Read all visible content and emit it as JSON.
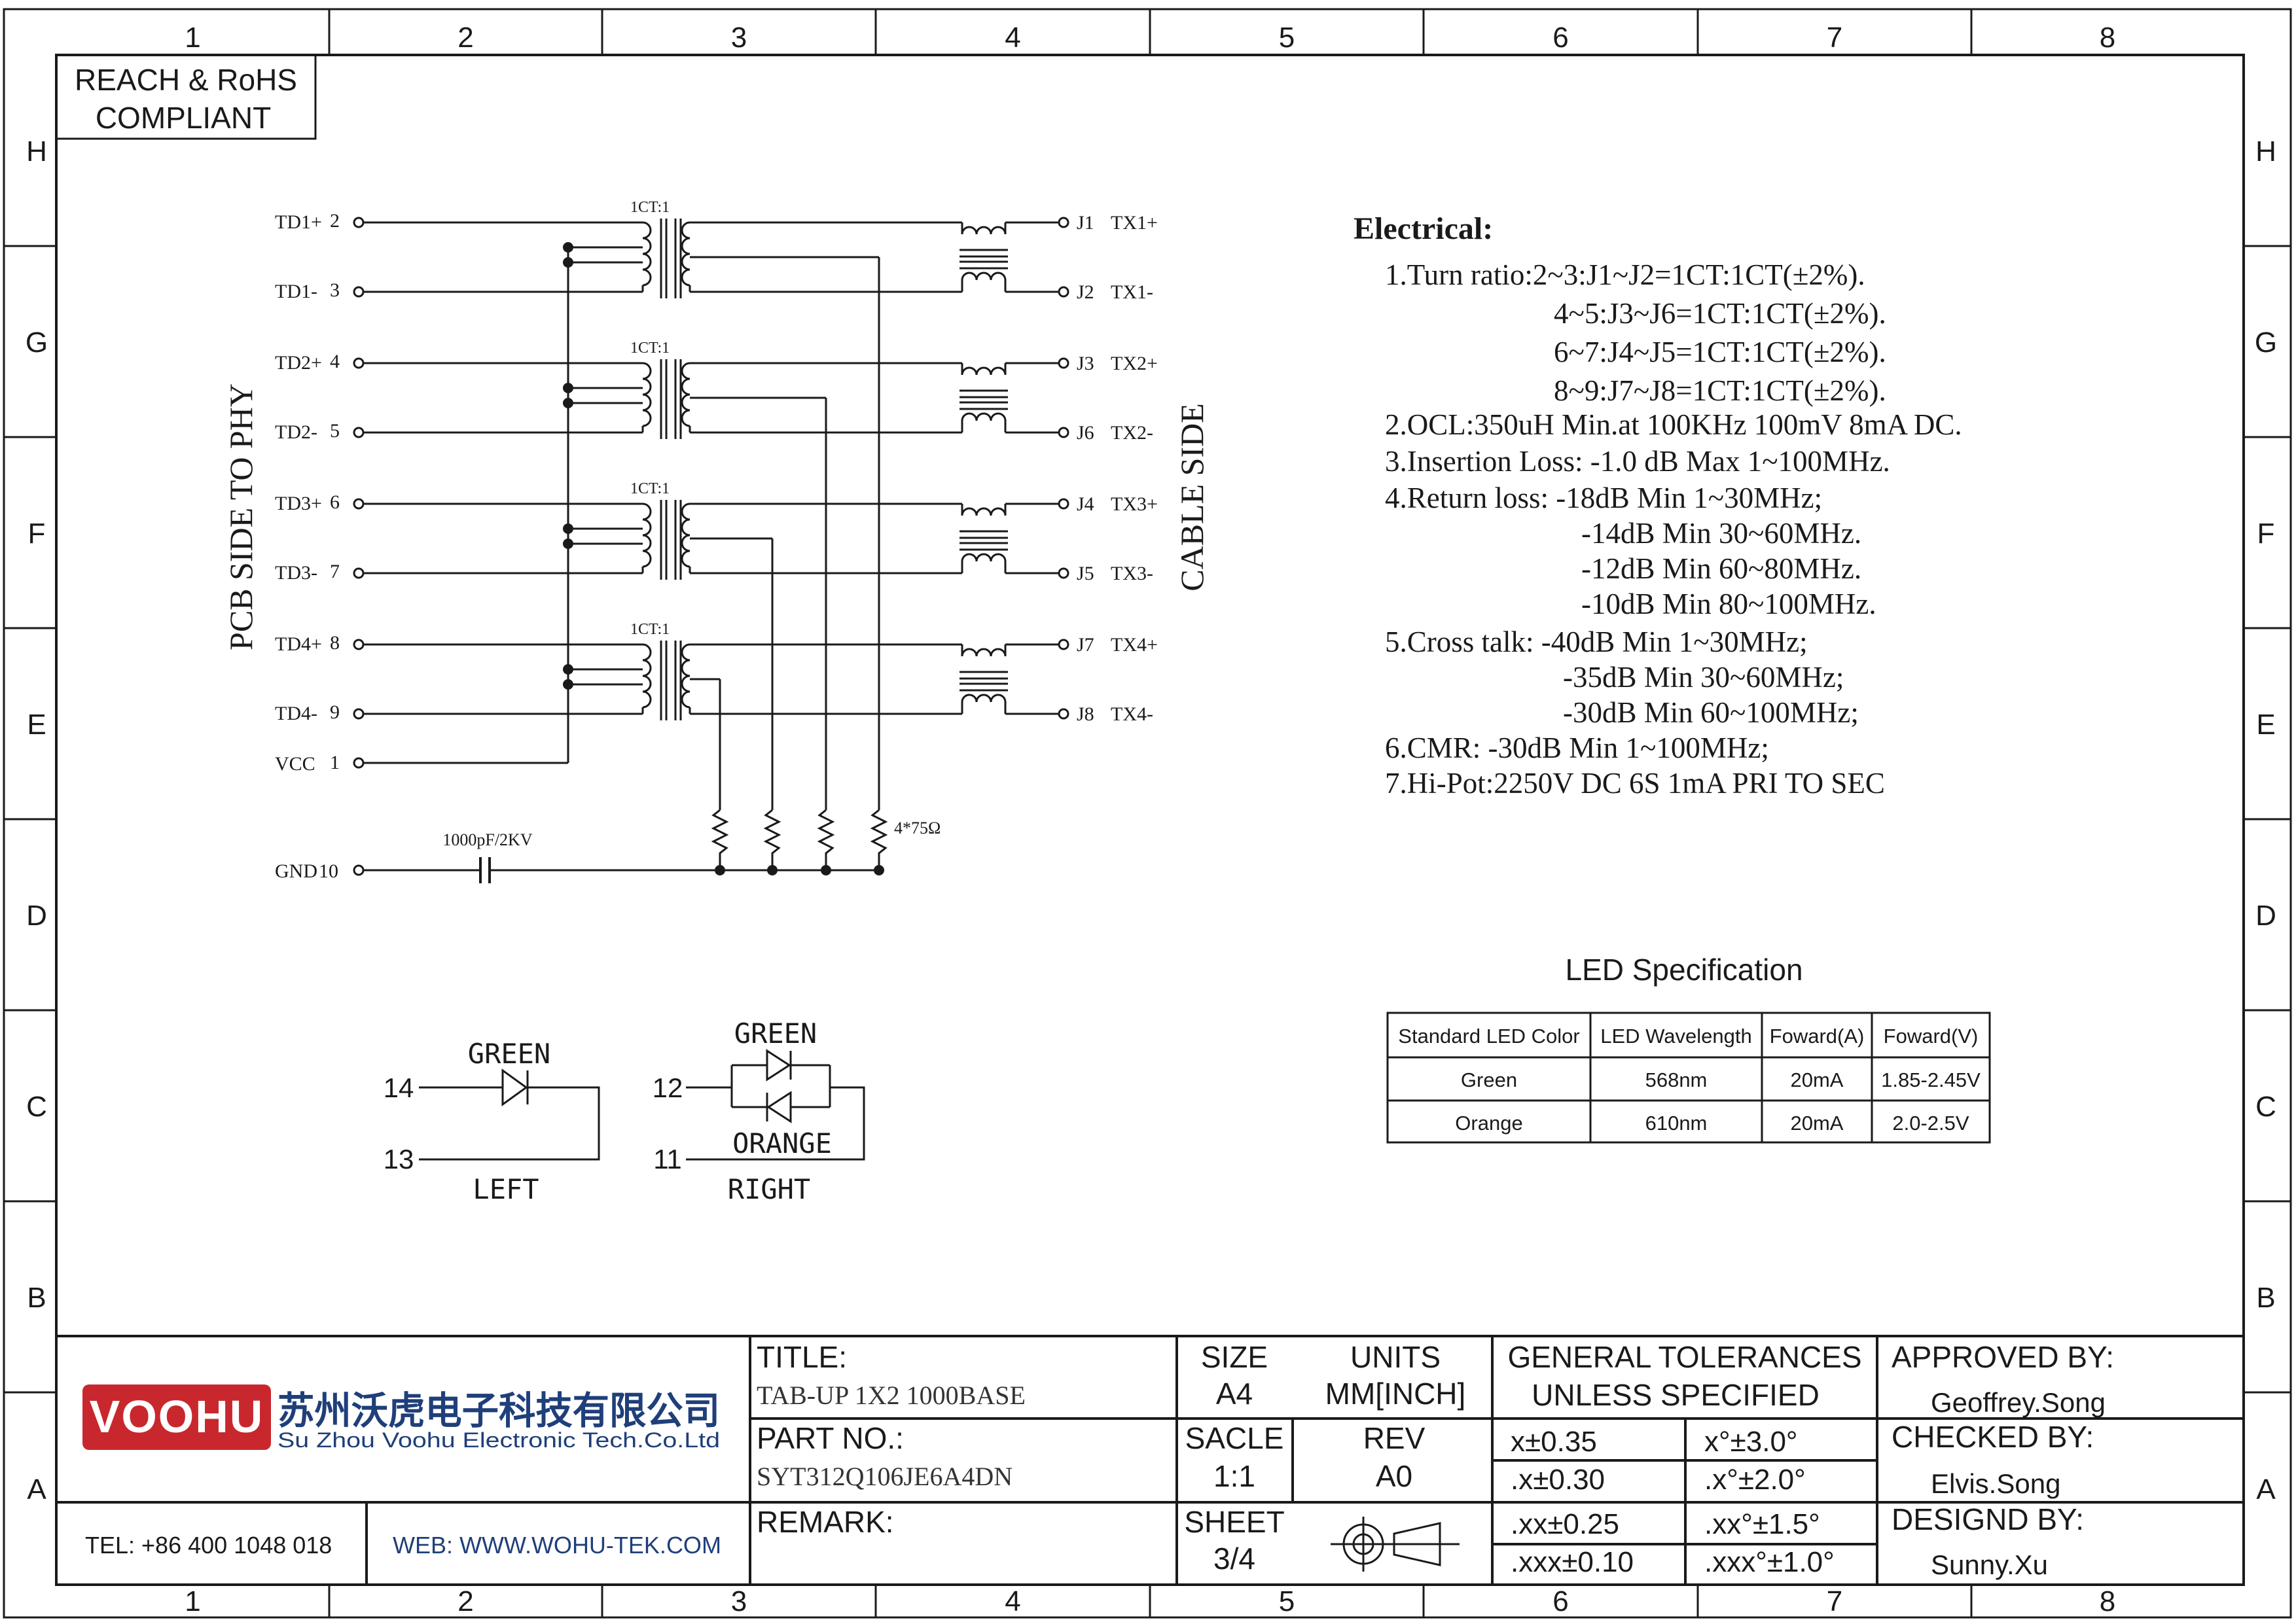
{
  "border": {
    "columns": [
      "1",
      "2",
      "3",
      "4",
      "5",
      "6",
      "7",
      "8"
    ],
    "rows": [
      "H",
      "G",
      "F",
      "E",
      "D",
      "C",
      "B",
      "A"
    ]
  },
  "compliance": {
    "line1": "REACH & RoHS",
    "line2": "COMPLIANT"
  },
  "schematic": {
    "side_left": "PCB SIDE TO PHY",
    "side_right": "CABLE SIDE",
    "ratio_label": "1CT:1",
    "left_pins": [
      {
        "name": "TD1+",
        "num": "2"
      },
      {
        "name": "TD1-",
        "num": "3"
      },
      {
        "name": "TD2+",
        "num": "4"
      },
      {
        "name": "TD2-",
        "num": "5"
      },
      {
        "name": "TD3+",
        "num": "6"
      },
      {
        "name": "TD3-",
        "num": "7"
      },
      {
        "name": "TD4+",
        "num": "8"
      },
      {
        "name": "TD4-",
        "num": "9"
      }
    ],
    "vcc": {
      "name": "VCC",
      "num": "1"
    },
    "gnd": {
      "name": "GND",
      "num": "10"
    },
    "right_pins": [
      {
        "pin": "J1",
        "name": "TX1+"
      },
      {
        "pin": "J2",
        "name": "TX1-"
      },
      {
        "pin": "J3",
        "name": "TX2+"
      },
      {
        "pin": "J6",
        "name": "TX2-"
      },
      {
        "pin": "J4",
        "name": "TX3+"
      },
      {
        "pin": "J5",
        "name": "TX3-"
      },
      {
        "pin": "J7",
        "name": "TX4+"
      },
      {
        "pin": "J8",
        "name": "TX4-"
      }
    ],
    "capacitor": "1000pF/2KV",
    "resistors": "4*75Ω"
  },
  "electrical": {
    "heading": "Electrical:",
    "lines": [
      "1.Turn ratio:2~3:J1~J2=1CT:1CT(±2%).",
      "4~5:J3~J6=1CT:1CT(±2%).",
      "6~7:J4~J5=1CT:1CT(±2%).",
      "8~9:J7~J8=1CT:1CT(±2%).",
      "2.OCL:350uH Min.at 100KHz 100mV 8mA DC.",
      "3.Insertion Loss: -1.0 dB Max 1~100MHz.",
      "4.Return loss: -18dB Min 1~30MHz;",
      "-14dB Min 30~60MHz.",
      "-12dB Min 60~80MHz.",
      "-10dB Min 80~100MHz.",
      "5.Cross talk: -40dB Min 1~30MHz;",
      "-35dB Min 30~60MHz;",
      "-30dB Min 60~100MHz;",
      "6.CMR: -30dB Min 1~100MHz;",
      "7.Hi-Pot:2250V DC 6S 1mA PRI TO SEC"
    ]
  },
  "led_spec": {
    "title": "LED Specification",
    "headers": [
      "Standard LED Color",
      "LED Wavelength",
      "Foward(A)",
      "Foward(V)"
    ],
    "rows": [
      [
        "Green",
        "568nm",
        "20mA",
        "1.85-2.45V"
      ],
      [
        "Orange",
        "610nm",
        "20mA",
        "2.0-2.5V"
      ]
    ]
  },
  "leds": {
    "left": {
      "pin_a": "14",
      "pin_b": "13",
      "color": "GREEN",
      "label": "LEFT"
    },
    "right": {
      "pin_a": "12",
      "pin_b": "11",
      "color_top": "GREEN",
      "color_bottom": "ORANGE",
      "label": "RIGHT"
    }
  },
  "title_block": {
    "logo": "VOOHU",
    "company_cn": "苏州沃虎电子科技有限公司",
    "company_en": "Su Zhou Voohu Electronic Tech.Co.Ltd",
    "tel": "TEL: +86 400 1048 018",
    "web": "WEB: WWW.WOHU-TEK.COM",
    "title_label": "TITLE:",
    "title_value": "TAB-UP 1X2 1000BASE",
    "part_label": "PART NO.:",
    "part_value": "SYT312Q106JE6A4DN",
    "remark_label": "REMARK:",
    "size_label": "SIZE",
    "size_value": "A4",
    "units_label": "UNITS",
    "units_value": "MM[INCH]",
    "scale_label": "SACLE",
    "scale_value": "1:1",
    "rev_label": "REV",
    "rev_value": "A0",
    "sheet_label": "SHEET",
    "sheet_value": "3/4",
    "tol_title1": "GENERAL TOLERANCES",
    "tol_title2": "UNLESS SPECIFIED",
    "tolerances": [
      [
        "x±0.35",
        "x°±3.0°"
      ],
      [
        ".x±0.30",
        ".x°±2.0°"
      ],
      [
        ".xx±0.25",
        ".xx°±1.5°"
      ],
      [
        ".xxx±0.10",
        ".xxx°±1.0°"
      ]
    ],
    "approved_label": "APPROVED BY:",
    "approved_value": "Geoffrey.Song",
    "checked_label": "CHECKED BY:",
    "checked_value": "Elvis.Song",
    "designed_label": "DESIGND BY:",
    "designed_value": "Sunny.Xu"
  },
  "colors": {
    "ink": "#1a1a1a",
    "brand": "#c8282d",
    "blue": "#1f3f7a"
  }
}
